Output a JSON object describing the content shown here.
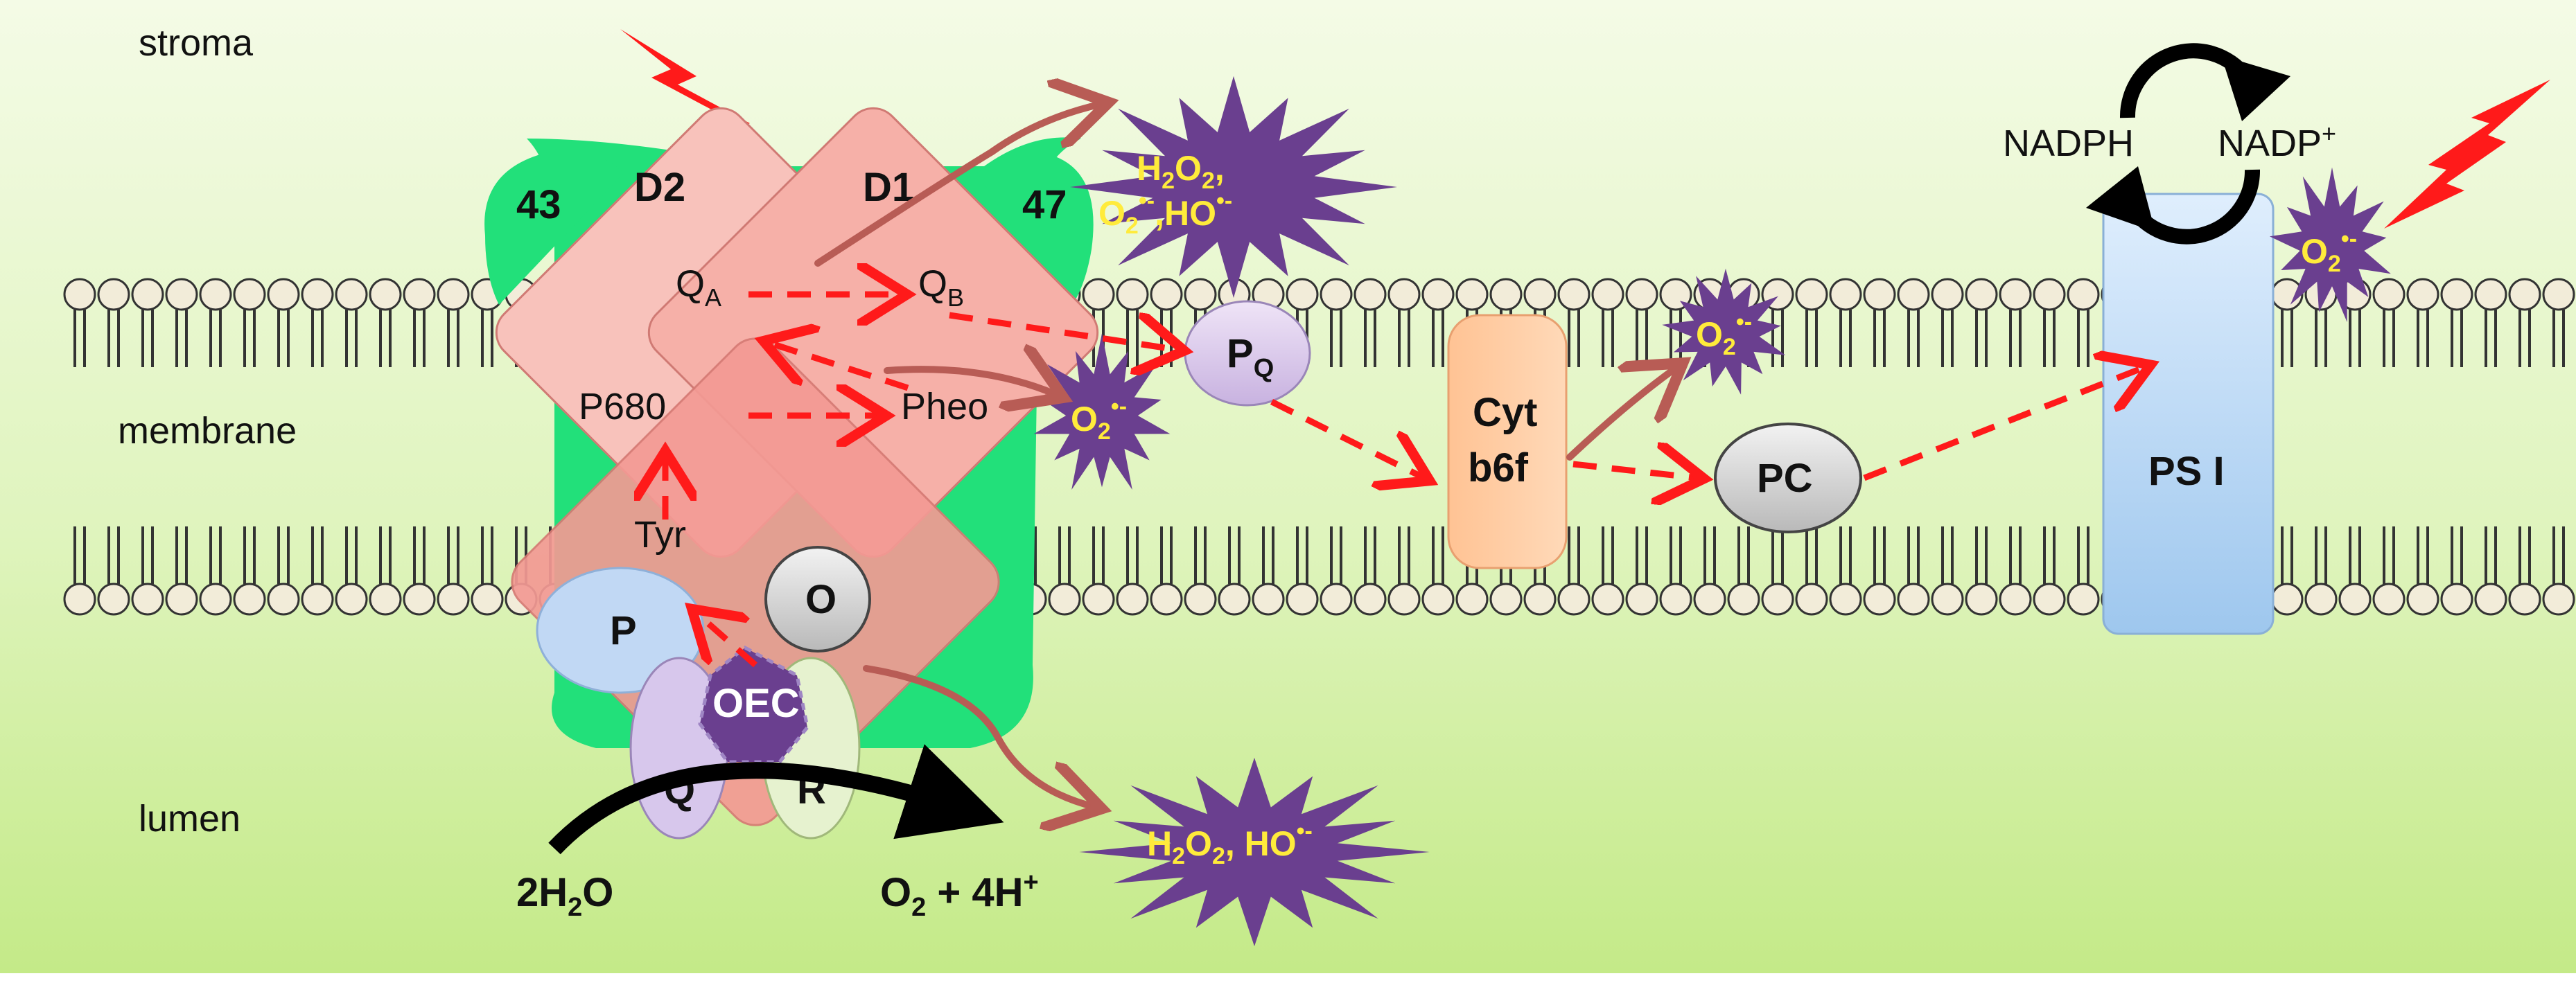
{
  "regions": {
    "stroma": "stroma",
    "membrane": "membrane",
    "lumen": "lumen"
  },
  "psii": {
    "cp43": "43",
    "cp47": "47",
    "d2": "D2",
    "d1": "D1",
    "qa": "Q",
    "qa_sub": "A",
    "qb": "Q",
    "qb_sub": "B",
    "p680": "P680",
    "pheo": "Pheo",
    "tyr": "Tyr",
    "p": "P",
    "o": "O",
    "q": "Q",
    "r": "R",
    "oec": "OEC"
  },
  "carriers": {
    "pq": "P",
    "pq_sub": "Q",
    "cytb6f_line1": "Cyt",
    "cytb6f_line2": "b6f",
    "pc": "PC",
    "psi": "PS I"
  },
  "water_split": {
    "reactant": "2H",
    "reactant_sub": "2",
    "reactant_end": "O",
    "product": "O",
    "product_sub": "2",
    "product_mid": " + 4H",
    "product_sup": "+"
  },
  "nadp_cycle": {
    "nadph": "NADPH",
    "nadp": "NADP",
    "nadp_sup": "+"
  },
  "ros": {
    "stroma_burst": [
      "H2O2,",
      "O2•-,HO•-"
    ],
    "lumen_burst": "H2O2, HO•-",
    "superoxide": "O2•-"
  },
  "colors": {
    "background_top": "#f3fbe4",
    "background_bottom": "#c8ec90",
    "ros_fill": "#6a3f8f",
    "ros_text": "#ffeb3b",
    "electron_flow": "#ff1a1a",
    "ros_arrow": "#b85c55",
    "antenna_green": "#22e07a",
    "d_protein": "#f7b4ad"
  }
}
